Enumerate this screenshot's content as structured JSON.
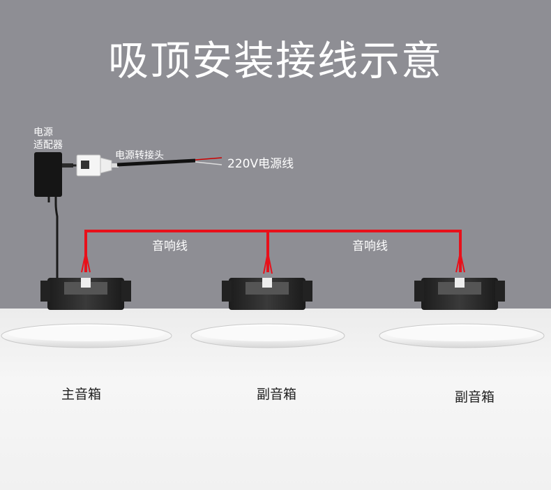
{
  "title": "吸顶安装接线示意",
  "labels": {
    "adapter_line1": "电源",
    "adapter_line2": "适配器",
    "connector": "电源转接头",
    "power_line": "220V电源线",
    "speaker_wire_1": "音响线",
    "speaker_wire_2": "音响线"
  },
  "speakers": [
    {
      "label": "主音箱"
    },
    {
      "label": "副音箱"
    },
    {
      "label": "副音箱"
    }
  ],
  "colors": {
    "background": "#8e8e94",
    "wire": "#e8101a",
    "ceiling": "#f0f0f0",
    "label_text": "#ffffff"
  }
}
